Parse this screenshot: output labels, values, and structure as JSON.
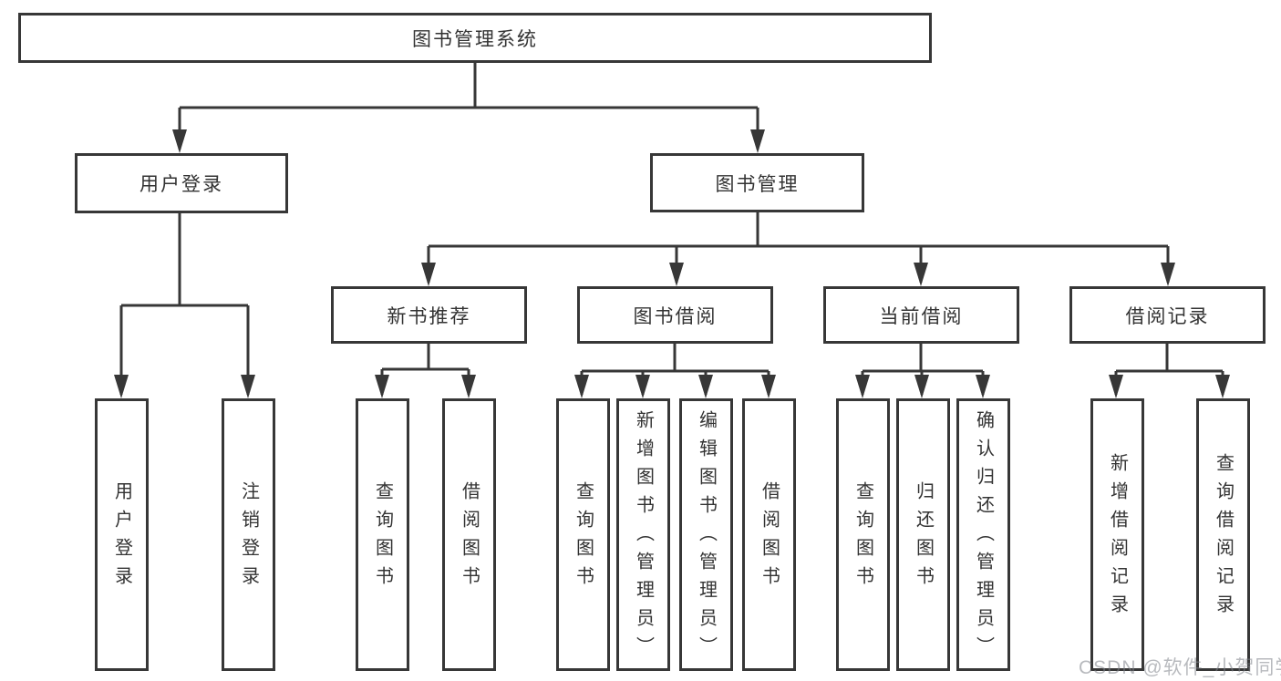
{
  "tree": {
    "label": "图书管理系统",
    "children": [
      {
        "label": "用户登录",
        "children": [
          {
            "label": "用户登录"
          },
          {
            "label": "注销登录"
          }
        ]
      },
      {
        "label": "图书管理",
        "children": [
          {
            "label": "新书推荐",
            "children": [
              {
                "label": "查询图书"
              },
              {
                "label": "借阅图书"
              }
            ]
          },
          {
            "label": "图书借阅",
            "children": [
              {
                "label": "查询图书"
              },
              {
                "label": "新增图书（管理员）"
              },
              {
                "label": "编辑图书（管理员）"
              },
              {
                "label": "借阅图书"
              }
            ]
          },
          {
            "label": "当前借阅",
            "children": [
              {
                "label": "查询图书"
              },
              {
                "label": "归还图书"
              },
              {
                "label": "确认归还（管理员）"
              }
            ]
          },
          {
            "label": "借阅记录",
            "children": [
              {
                "label": "新增借阅记录"
              },
              {
                "label": "查询借阅记录"
              }
            ]
          }
        ]
      }
    ]
  },
  "watermark": "CSDN @软件_小贺同学",
  "colors": {
    "line": "#373737",
    "text": "#333333",
    "background": "#ffffff",
    "watermark": "#7d8288"
  }
}
